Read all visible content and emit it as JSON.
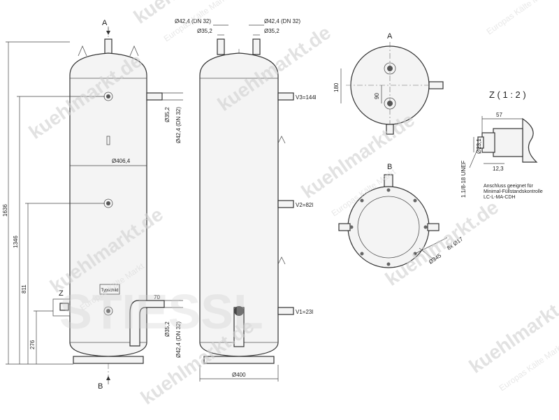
{
  "views": {
    "label_a": "A",
    "label_b": "B",
    "label_z": "Z",
    "detail_title": "Z ( 1 : 2 )"
  },
  "front_view": {
    "dia_406": "Ø406,4",
    "h_1636": "1636",
    "h_1346": "1346",
    "h_811": "811",
    "h_276": "276",
    "v_35_top": "Ø35,2",
    "v_42_top": "Ø42,4 (DN 32)",
    "v_35_bot": "Ø35,2",
    "v_42_bot": "Ø42,4 (DN 32)",
    "dim_70": "70",
    "typeplate": "Typschild"
  },
  "side_view": {
    "top_42_l": "Ø42,4 (DN 32)",
    "top_35_l": "Ø35,2",
    "top_42_r": "Ø42,4 (DN 32)",
    "top_35_r": "Ø35,2",
    "v3": "V3=144l",
    "v2": "V2=82l",
    "v1": "V1=23l",
    "dia_400": "Ø400"
  },
  "top_view": {
    "dim_180": "180",
    "dim_90": "90"
  },
  "bottom_view": {
    "holes": "8x Ø17",
    "pcd": "Ø345"
  },
  "detail": {
    "dim_57": "57",
    "dim_23": "Ø23,1",
    "dim_12": "12,3",
    "thread": "1.1/8-18 UNEF",
    "note_1": "Anschluss geeignet für",
    "note_2": "Minimal-Füllstandskontrolle",
    "note_3": "LC-L-MA-CDH"
  },
  "watermark": {
    "site": "kuehlmarkt.de",
    "slogan": "Europas Kälte Markt",
    "brand": "STIESSL"
  }
}
